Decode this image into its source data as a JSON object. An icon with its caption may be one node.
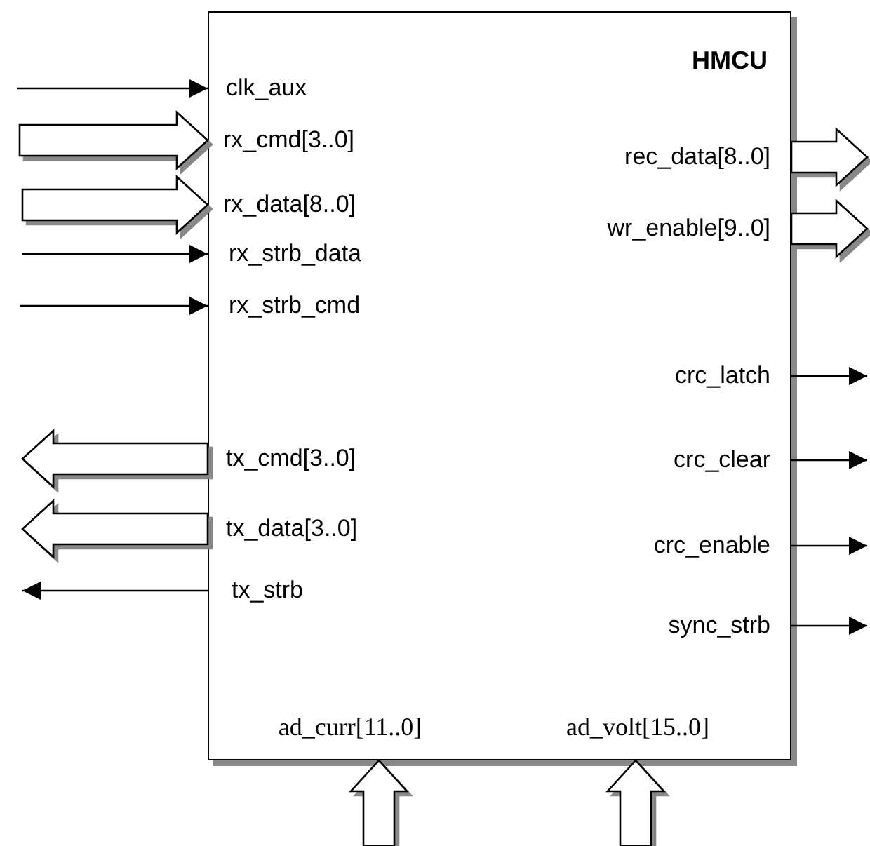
{
  "diagram": {
    "nodes": [
      {
        "text": [
          "HMCU"
        ]
      },
      {
        "text": [
          "clk_aux"
        ],
        "in": 0
      },
      {
        "text": [
          "rx_cmd[3..0]"
        ],
        "in": 0
      },
      {
        "text": [
          "rx_data[8..0]"
        ],
        "in": 0
      },
      {
        "text": [
          "rx_strb_data"
        ],
        "in": 0
      },
      {
        "text": [
          "rx_strb_cmd"
        ],
        "in": 0
      },
      {
        "text": [
          "tx_cmd[3..0]"
        ],
        "in": 0
      },
      {
        "text": [
          "tx_data[3..0]"
        ],
        "in": 0
      },
      {
        "text": [
          "tx_strb"
        ],
        "in": 0
      },
      {
        "text": [
          "rec_data[8..0]"
        ],
        "in": 0
      },
      {
        "text": [
          "wr_enable[9..0]"
        ],
        "in": 0
      },
      {
        "text": [
          "crc_latch"
        ],
        "in": 0
      },
      {
        "text": [
          "crc_clear"
        ],
        "in": 0
      },
      {
        "text": [
          "crc_enable"
        ],
        "in": 0
      },
      {
        "text": [
          "sync_strb"
        ],
        "in": 0
      },
      {
        "text": [
          "ad_curr[11..0]"
        ],
        "in": 0
      },
      {
        "text": [
          "ad_volt[15..0]"
        ],
        "in": 0
      }
    ],
    "edges": [
      {
        "from": null,
        "to": 1,
        "arrow": "to"
      },
      {
        "from": null,
        "to": 2,
        "arrow": "to",
        "style": "thick"
      },
      {
        "from": null,
        "to": 3,
        "arrow": "to",
        "style": "thick"
      },
      {
        "from": null,
        "to": 4,
        "arrow": "to"
      },
      {
        "from": null,
        "to": 5,
        "arrow": "to"
      },
      {
        "from": 6,
        "to": null,
        "arrow": "to",
        "style": "thick"
      },
      {
        "from": 7,
        "to": null,
        "arrow": "to",
        "style": "thick"
      },
      {
        "from": 8,
        "to": null,
        "arrow": "to"
      },
      {
        "from": 9,
        "to": null,
        "arrow": "to",
        "style": "thick"
      },
      {
        "from": 10,
        "to": null,
        "arrow": "to",
        "style": "thick"
      },
      {
        "from": 11,
        "to": null,
        "arrow": "to"
      },
      {
        "from": 12,
        "to": null,
        "arrow": "to"
      },
      {
        "from": 13,
        "to": null,
        "arrow": "to"
      },
      {
        "from": 14,
        "to": null,
        "arrow": "to"
      },
      {
        "from": null,
        "to": 15,
        "arrow": "to",
        "style": "thick"
      },
      {
        "from": null,
        "to": 16,
        "arrow": "to",
        "style": "thick"
      }
    ]
  }
}
